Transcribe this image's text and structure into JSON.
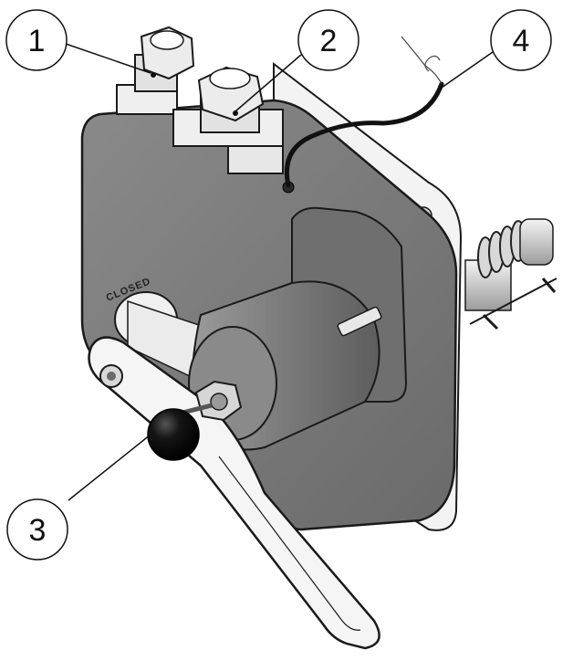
{
  "figure": {
    "callouts": [
      {
        "id": "1",
        "label": "1"
      },
      {
        "id": "2",
        "label": "2"
      },
      {
        "id": "3",
        "label": "3"
      },
      {
        "id": "4",
        "label": "4"
      }
    ],
    "engraving": "CLOSED"
  },
  "colors": {
    "housing": "#7d7d7d",
    "housing_dark": "#5a5a5a",
    "plate": "#f2f2f2",
    "gland": "#e6e6e6",
    "knob": "#0d0d0d",
    "handle": "#f4f4f4",
    "outline": "#1a1a1a"
  }
}
